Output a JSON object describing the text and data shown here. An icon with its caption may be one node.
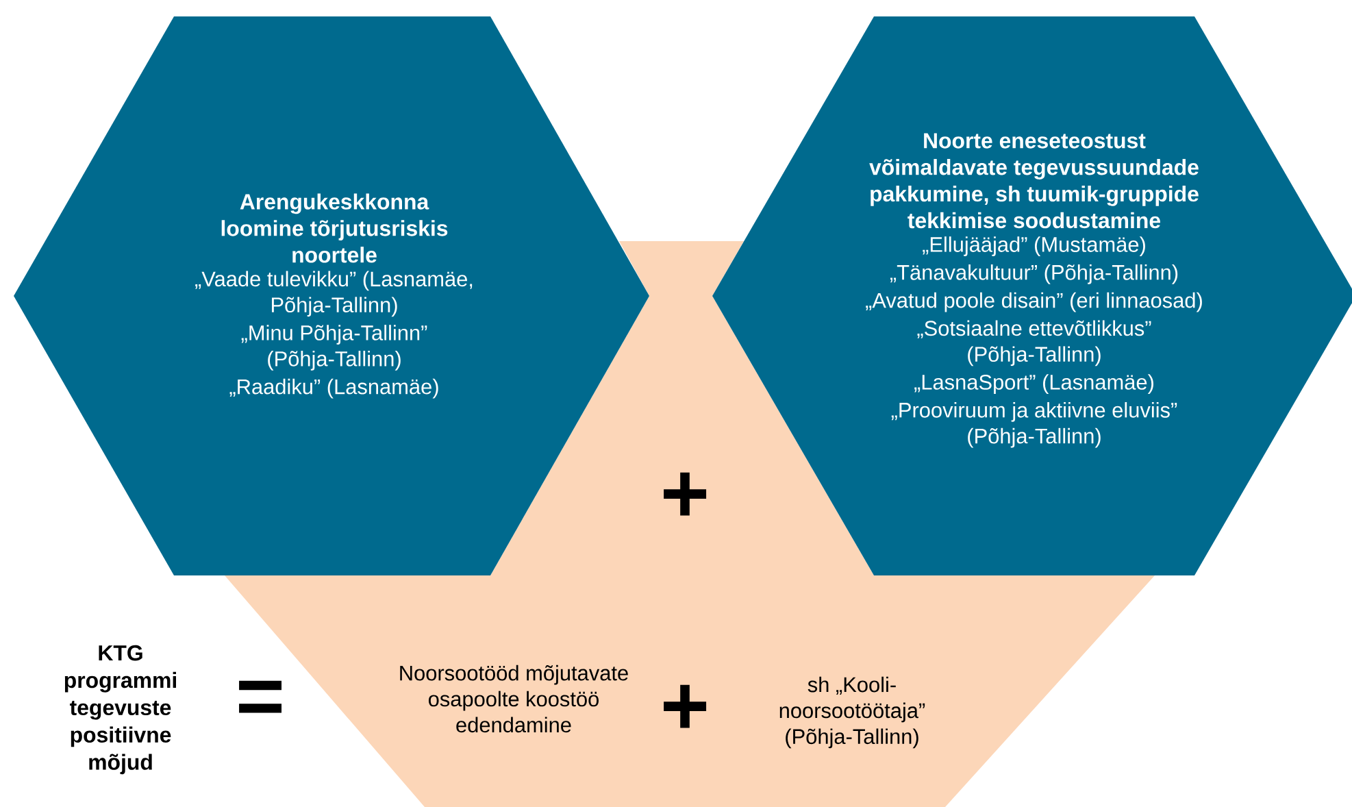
{
  "diagram": {
    "nodes": [
      {
        "text": [
          "Arengukeskkonna loomine tõrjutusriskis noortele",
          "„Vaade tulevikku” (Lasnamäe, Põhja-Tallinn)",
          "„Minu Põhja-Tallinn” (Põhja-Tallinn)",
          "„Raadiku” (Lasnamäe)"
        ]
      },
      {
        "text": [
          "Noorte eneseteostust võimaldavate tegevussuundade pakkumine, sh tuumik-gruppide tekkimise soodustamine",
          "„Ellujääjad” (Mustamäe)",
          "„Tänavakultuur” (Põhja-Tallinn)",
          "„Avatud poole disain” (eri linnaosad)",
          "„Sotsiaalne ettevõtlikkus” (Põhja-Tallinn)",
          "„LasnaSport” (Lasnamäe)",
          "„Prooviruum ja aktiivne eluviis” (Põhja-Tallinn)"
        ]
      },
      {
        "text": [
          "Noorsootööd mõjutavate osapoolte koostöö edendamine",
          "sh „Kooli-noorsootöötaja” (Põhja-Tallinn)"
        ]
      }
    ],
    "labels": [
      "+",
      "KTG programmi tegevuste positiivne mõjud",
      "=",
      "+"
    ]
  }
}
